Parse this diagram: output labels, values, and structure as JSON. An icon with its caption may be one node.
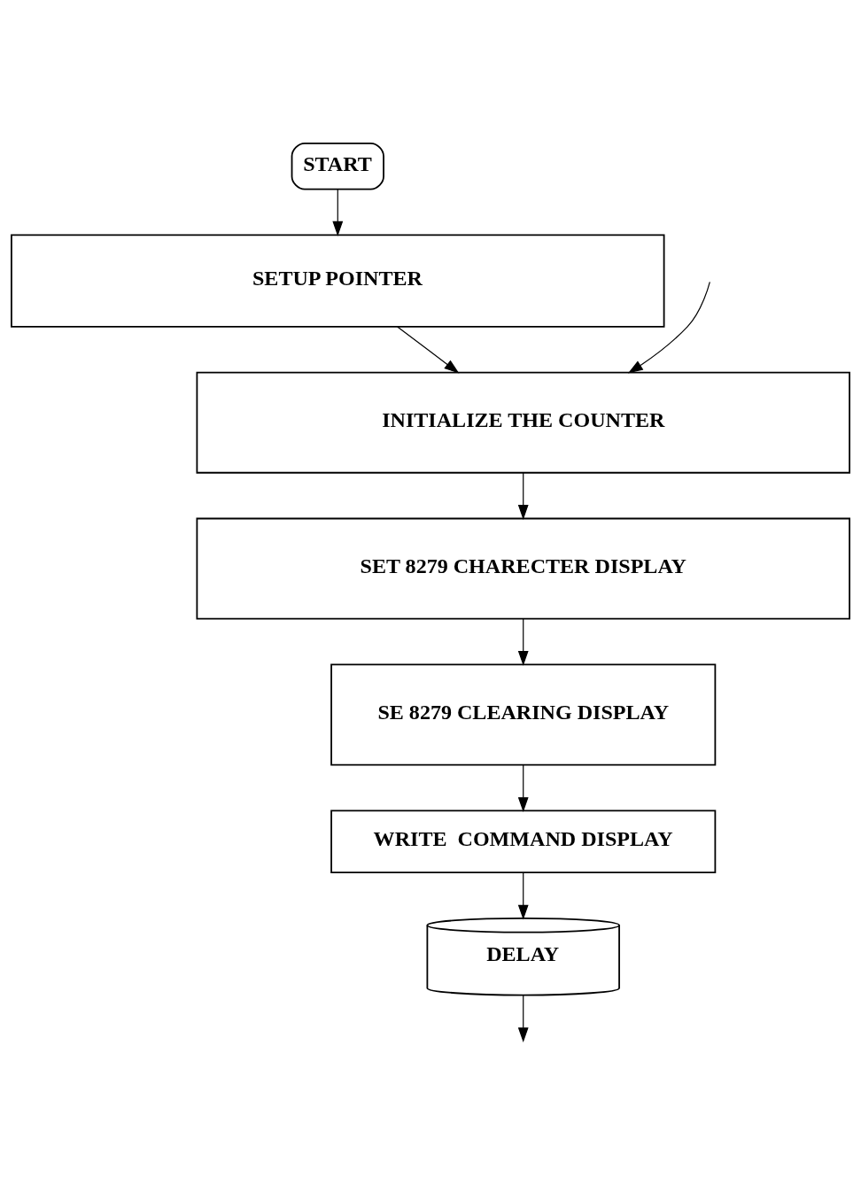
{
  "diagram": {
    "nodes": [
      {
        "text": [
          "START"
        ]
      },
      {
        "text": [
          "SETUP POINTER"
        ]
      },
      {
        "text": [
          "INITIALIZE THE COUNTER"
        ]
      },
      {
        "text": [
          "SET 8279 CHARECTER DISPLAY"
        ]
      },
      {
        "text": [
          "SE 8279 CLEARING DISPLAY"
        ]
      },
      {
        "text": [
          "WRITE  COMMAND DISPLAY"
        ]
      },
      {
        "text": [
          "DELAY"
        ]
      }
    ],
    "edges": [
      {
        "from": 0,
        "to": 1,
        "arrow": "to"
      },
      {
        "from": 1,
        "to": 2,
        "arrow": "to"
      },
      {
        "from": null,
        "to": 2,
        "arrow": "to"
      },
      {
        "from": 2,
        "to": 3,
        "arrow": "to"
      },
      {
        "from": 3,
        "to": 4,
        "arrow": "to"
      },
      {
        "from": 4,
        "to": 5,
        "arrow": "to"
      },
      {
        "from": 5,
        "to": 6,
        "arrow": "to"
      },
      {
        "from": 6,
        "to": null,
        "arrow": "to"
      }
    ]
  }
}
